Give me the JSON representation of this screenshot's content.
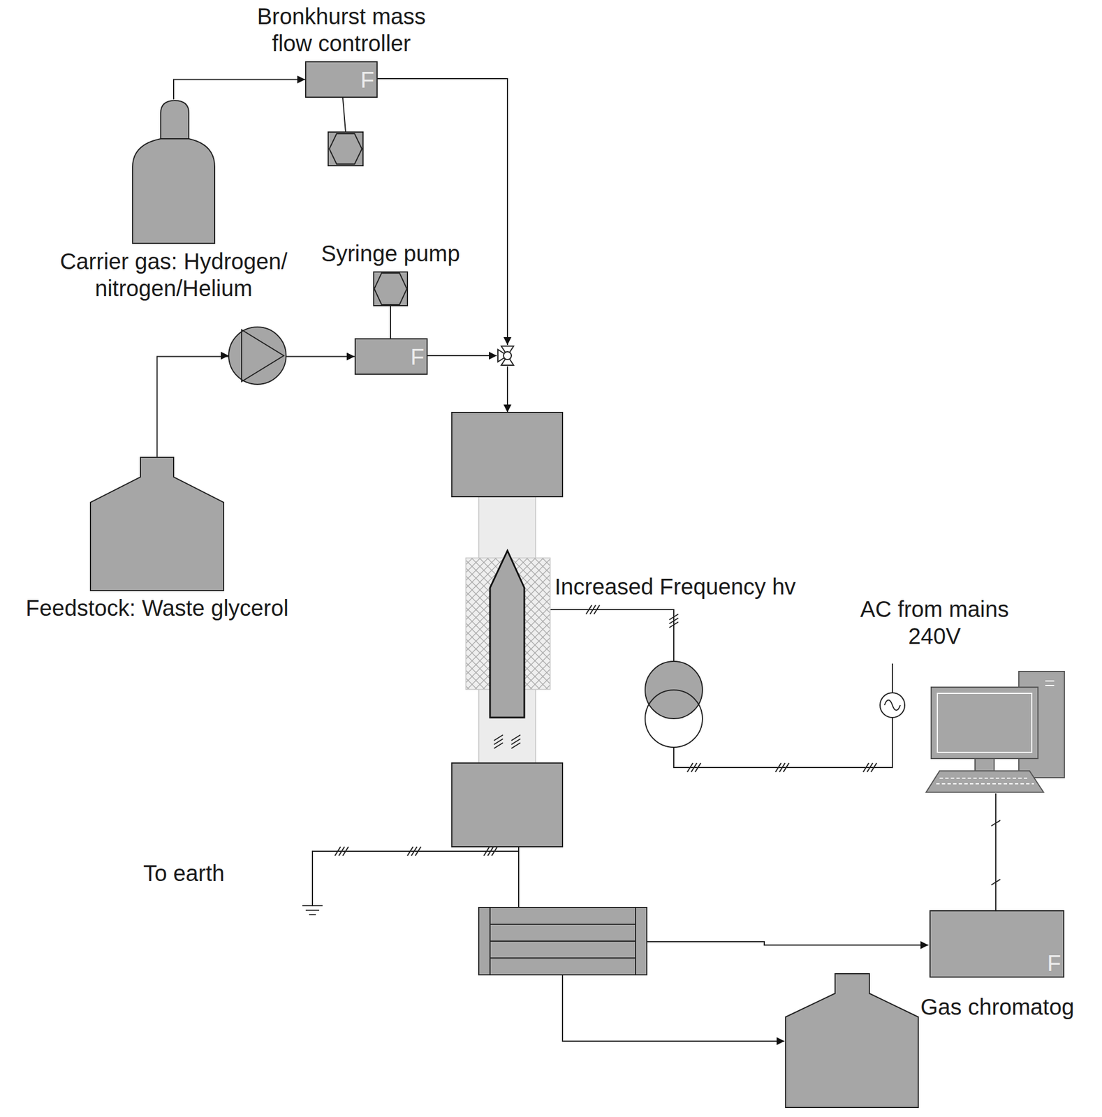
{
  "diagram": {
    "nodes": [
      {
        "text": [
          "Bronkhurst mass flow controller",
          "F"
        ]
      },
      {
        "text": [
          "Carrier gas: Hydrogen/ nitrogen/Helium"
        ]
      },
      {
        "text": [
          "Syringe pump"
        ]
      },
      {
        "text": [
          "F"
        ]
      },
      {
        "text": [
          "Feedstock: Waste glycerol"
        ]
      },
      {
        "text": [
          "F",
          "Gas chromatog"
        ]
      }
    ],
    "edges": [
      {
        "from": 1,
        "to": 0,
        "arrow": "to"
      },
      {
        "from": 2,
        "to": 3,
        "arrow": "none"
      },
      {
        "from": 4,
        "to": 3,
        "arrow": "to"
      }
    ],
    "labels": [
      "Increased Frequency hv",
      "AC from mains 240V",
      "To earth"
    ]
  }
}
